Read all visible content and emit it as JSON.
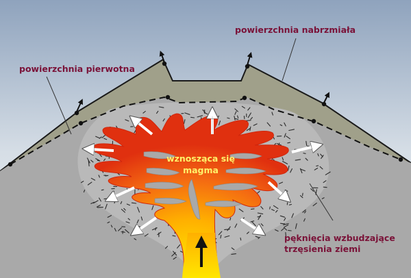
{
  "labels": {
    "original_surface": "powierzchnia pierwotna",
    "swollen_surface": "powierzchnia nabrzmiała",
    "rising_magma_line1": "wznosząca się",
    "rising_magma_line2": "magma",
    "cracks_line1": "pęknięcia wzbudzające",
    "cracks_line2": "trzęsienia ziemi"
  },
  "colors": {
    "label_text": "#7a1238",
    "magma_text": "#fff36a",
    "sky_top": "#8fa3bd",
    "sky_bottom": "#eef2f5",
    "ground": "#a9a9a9",
    "bulge": "#a0a08a",
    "fractured_zone": "#b9b9b9",
    "magma_outer": "#e23a12",
    "magma_inner": "#ffdd00"
  },
  "icons": {
    "movement_arrow": "white-arrow-icon",
    "uplift_arrow": "black-arrow-icon",
    "ascent_arrow": "black-up-arrow-icon"
  }
}
